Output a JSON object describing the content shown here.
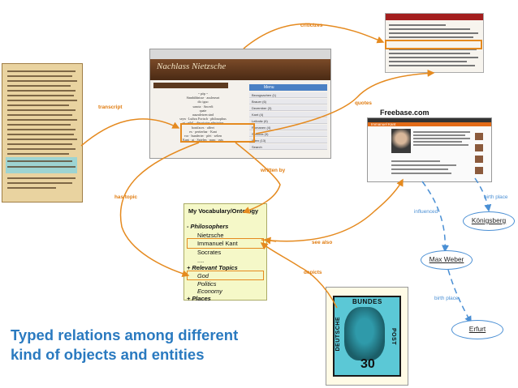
{
  "caption": {
    "line1": "Typed relations among different",
    "line2": "kind of objects and entities"
  },
  "relations": {
    "criticizes": "criticizes",
    "transcript": "transcript",
    "quotes": "quotes",
    "written_by": "written by",
    "has_topic": "has topic",
    "see_also": "see also",
    "depicts": "depicts",
    "influenced": "influenced",
    "birth_place_1": "birth place",
    "birth_place_2": "birth place"
  },
  "entities": {
    "konigsberg": "Königsberg",
    "max_weber": "Max Weber",
    "erfurt": "Erfurt"
  },
  "freebase": {
    "label": "Freebase.com",
    "header": "Immanuel Kant"
  },
  "ontology": {
    "title": "My Vocabulary/Ontology",
    "philosophers": "- Philosophers",
    "nietzsche": "Nietzsche",
    "kant": "Immanuel Kant",
    "socrates": "Socrates",
    "dots": "....",
    "relevant_topics": "+ Relevant Topics",
    "god": "God",
    "politics": "Politics",
    "economy": "Economy",
    "places": "+ Places"
  },
  "stamp": {
    "bundes": "BUNDES",
    "deutsche": "DEUTSCHE",
    "post": "POST",
    "value": "30"
  },
  "colors": {
    "relation_orange": "#e58a1f",
    "entity_blue": "#4a8fd4",
    "caption_blue": "#2a7ac0",
    "ontology_bg": "#f5f8c8"
  }
}
